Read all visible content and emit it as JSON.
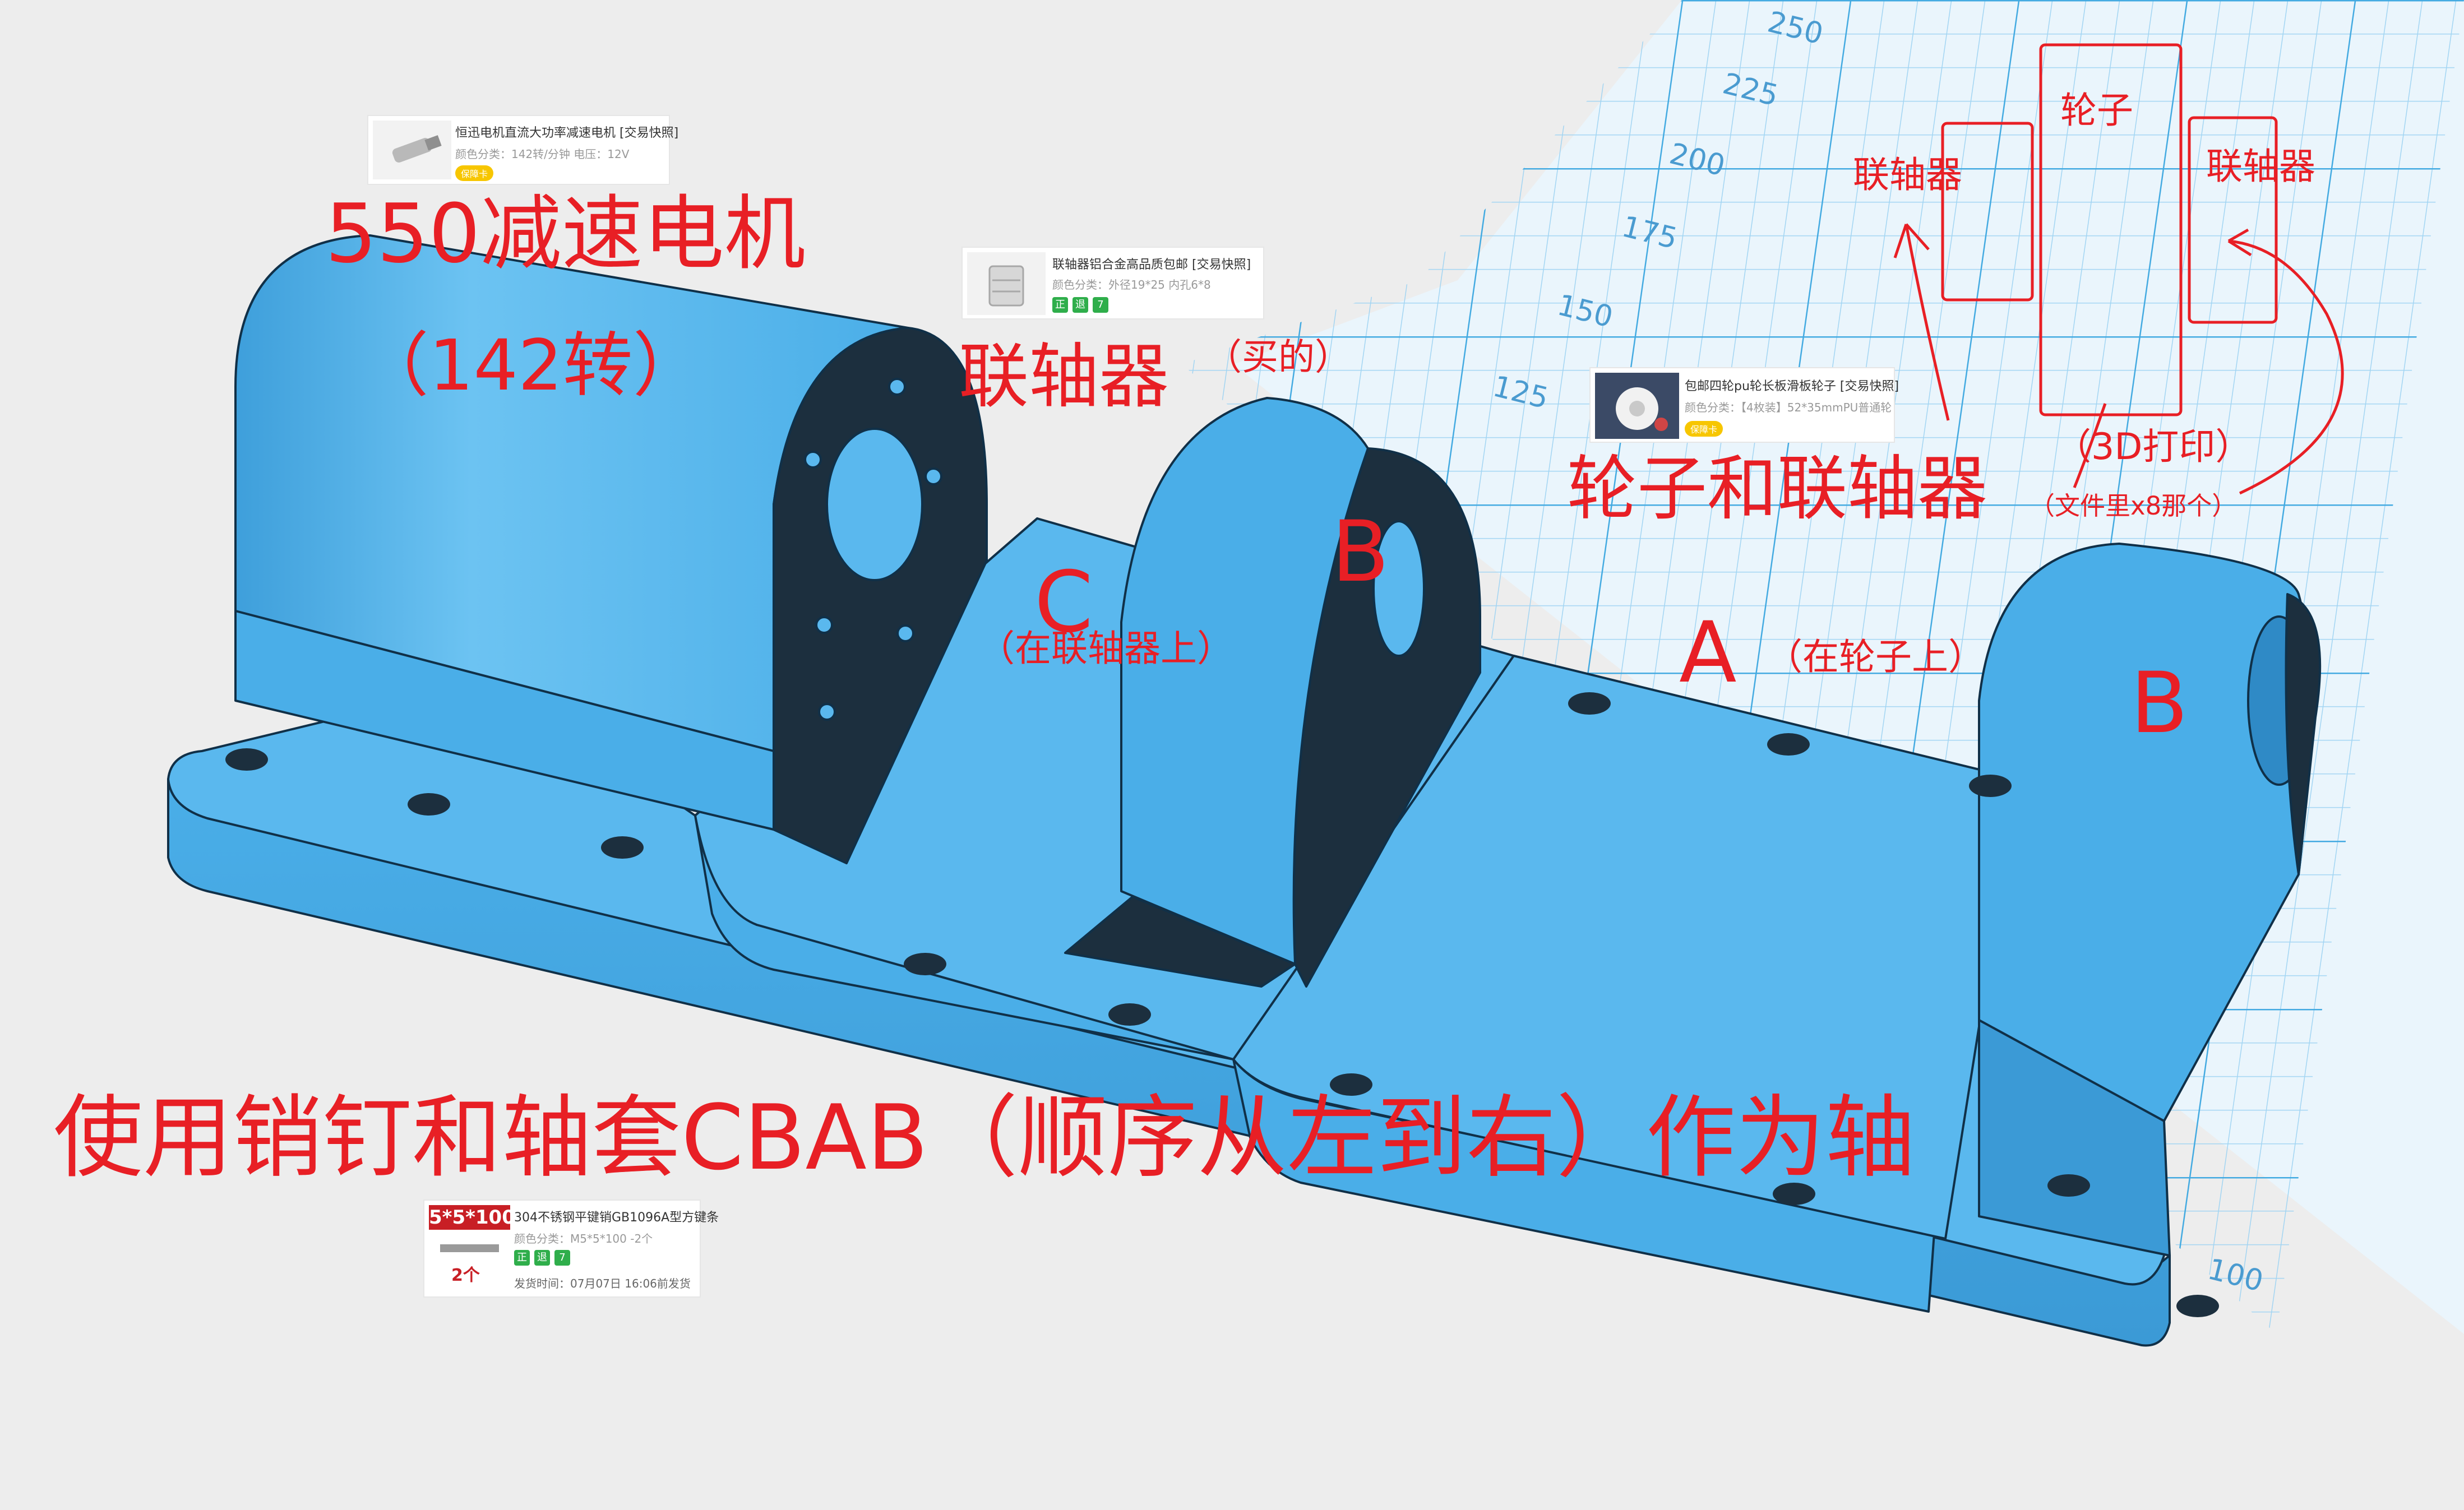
{
  "labels": {
    "motor_title": "550减速电机",
    "motor_speed": "（142转）",
    "coupler_title": "联轴器",
    "coupler_bought": "（买的）",
    "wheel_coupler_title": "轮子和联轴器",
    "wheel_coupler_note": "（文件里x8那个）",
    "label_c": "C",
    "label_c_note": "（在联轴器上）",
    "label_b_left": "B",
    "label_a": "A",
    "label_a_note": "（在轮子上）",
    "label_b_right": "B",
    "bottom_instruction": "使用销钉和轴套CBAB（顺序从左到右）作为轴",
    "sketch_coupler_left": "联轴器",
    "sketch_wheel": "轮子",
    "sketch_coupler_right": "联轴器",
    "sketch_3d_print": "（3D打印）"
  },
  "grid_ticks": [
    "250",
    "225",
    "200",
    "175",
    "150",
    "125",
    "100"
  ],
  "product_cards": [
    {
      "title": "恒迅电机直流大功率减速电机 [交易快照]",
      "spec": "颜色分类：142转/分钟  电压：12V",
      "badge": "保障卡"
    },
    {
      "title": "联轴器铝合金高品质包邮 [交易快照]",
      "spec": "颜色分类：外径19*25 内孔6*8",
      "chips": [
        "正",
        "退",
        "7"
      ]
    },
    {
      "title": "包邮四轮pu轮长板滑板轮子 [交易快照]",
      "spec": "颜色分类：【4枚装】52*35mmPU普通轮",
      "badge": "保障卡"
    },
    {
      "title": "304不锈钢平键销GB1096A型方键条",
      "spec": "颜色分类：M5*5*100 -2个",
      "ship": "发货时间：07月07日 16:06前发货",
      "thumb_label": "5*5*100",
      "thumb_qty": "2个",
      "chips": [
        "正",
        "退",
        "7"
      ]
    }
  ],
  "colors": {
    "annotation_red": "#e81f25",
    "part_blue": "#5ab8ee",
    "part_dark": "#1c2f3e",
    "grid_blue": "#3aa6e0"
  }
}
